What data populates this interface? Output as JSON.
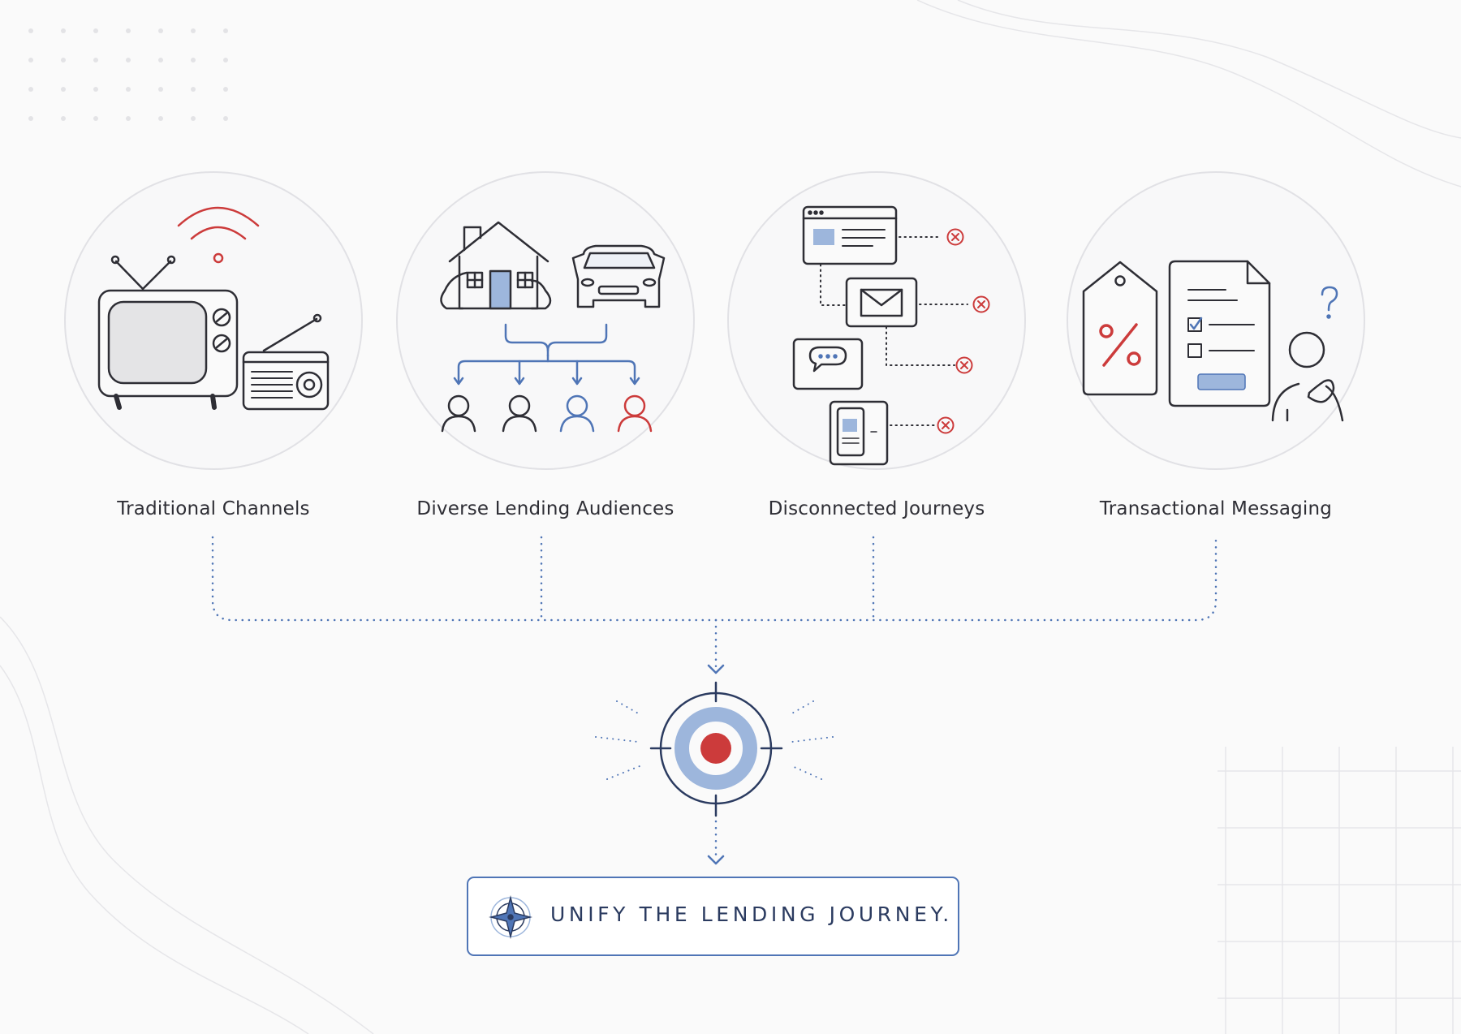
{
  "categories": [
    {
      "id": "traditional",
      "label": "Traditional Channels",
      "icon": "tv-radio-icon"
    },
    {
      "id": "audiences",
      "label": "Diverse Lending Audiences",
      "icon": "house-car-people-icon"
    },
    {
      "id": "journeys",
      "label": "Disconnected Journeys",
      "icon": "disconnected-channels-icon"
    },
    {
      "id": "messaging",
      "label": "Transactional Messaging",
      "icon": "tag-document-person-icon"
    }
  ],
  "result": {
    "cta": "UNIFY THE LENDING JOURNEY.",
    "icon": "compass-icon",
    "center_icon": "target-icon"
  },
  "colors": {
    "blue": "#4f75b6",
    "lightblue": "#9db6dc",
    "red": "#cc3b3b",
    "ink": "#2e2e35",
    "navy": "#2b3b60"
  }
}
